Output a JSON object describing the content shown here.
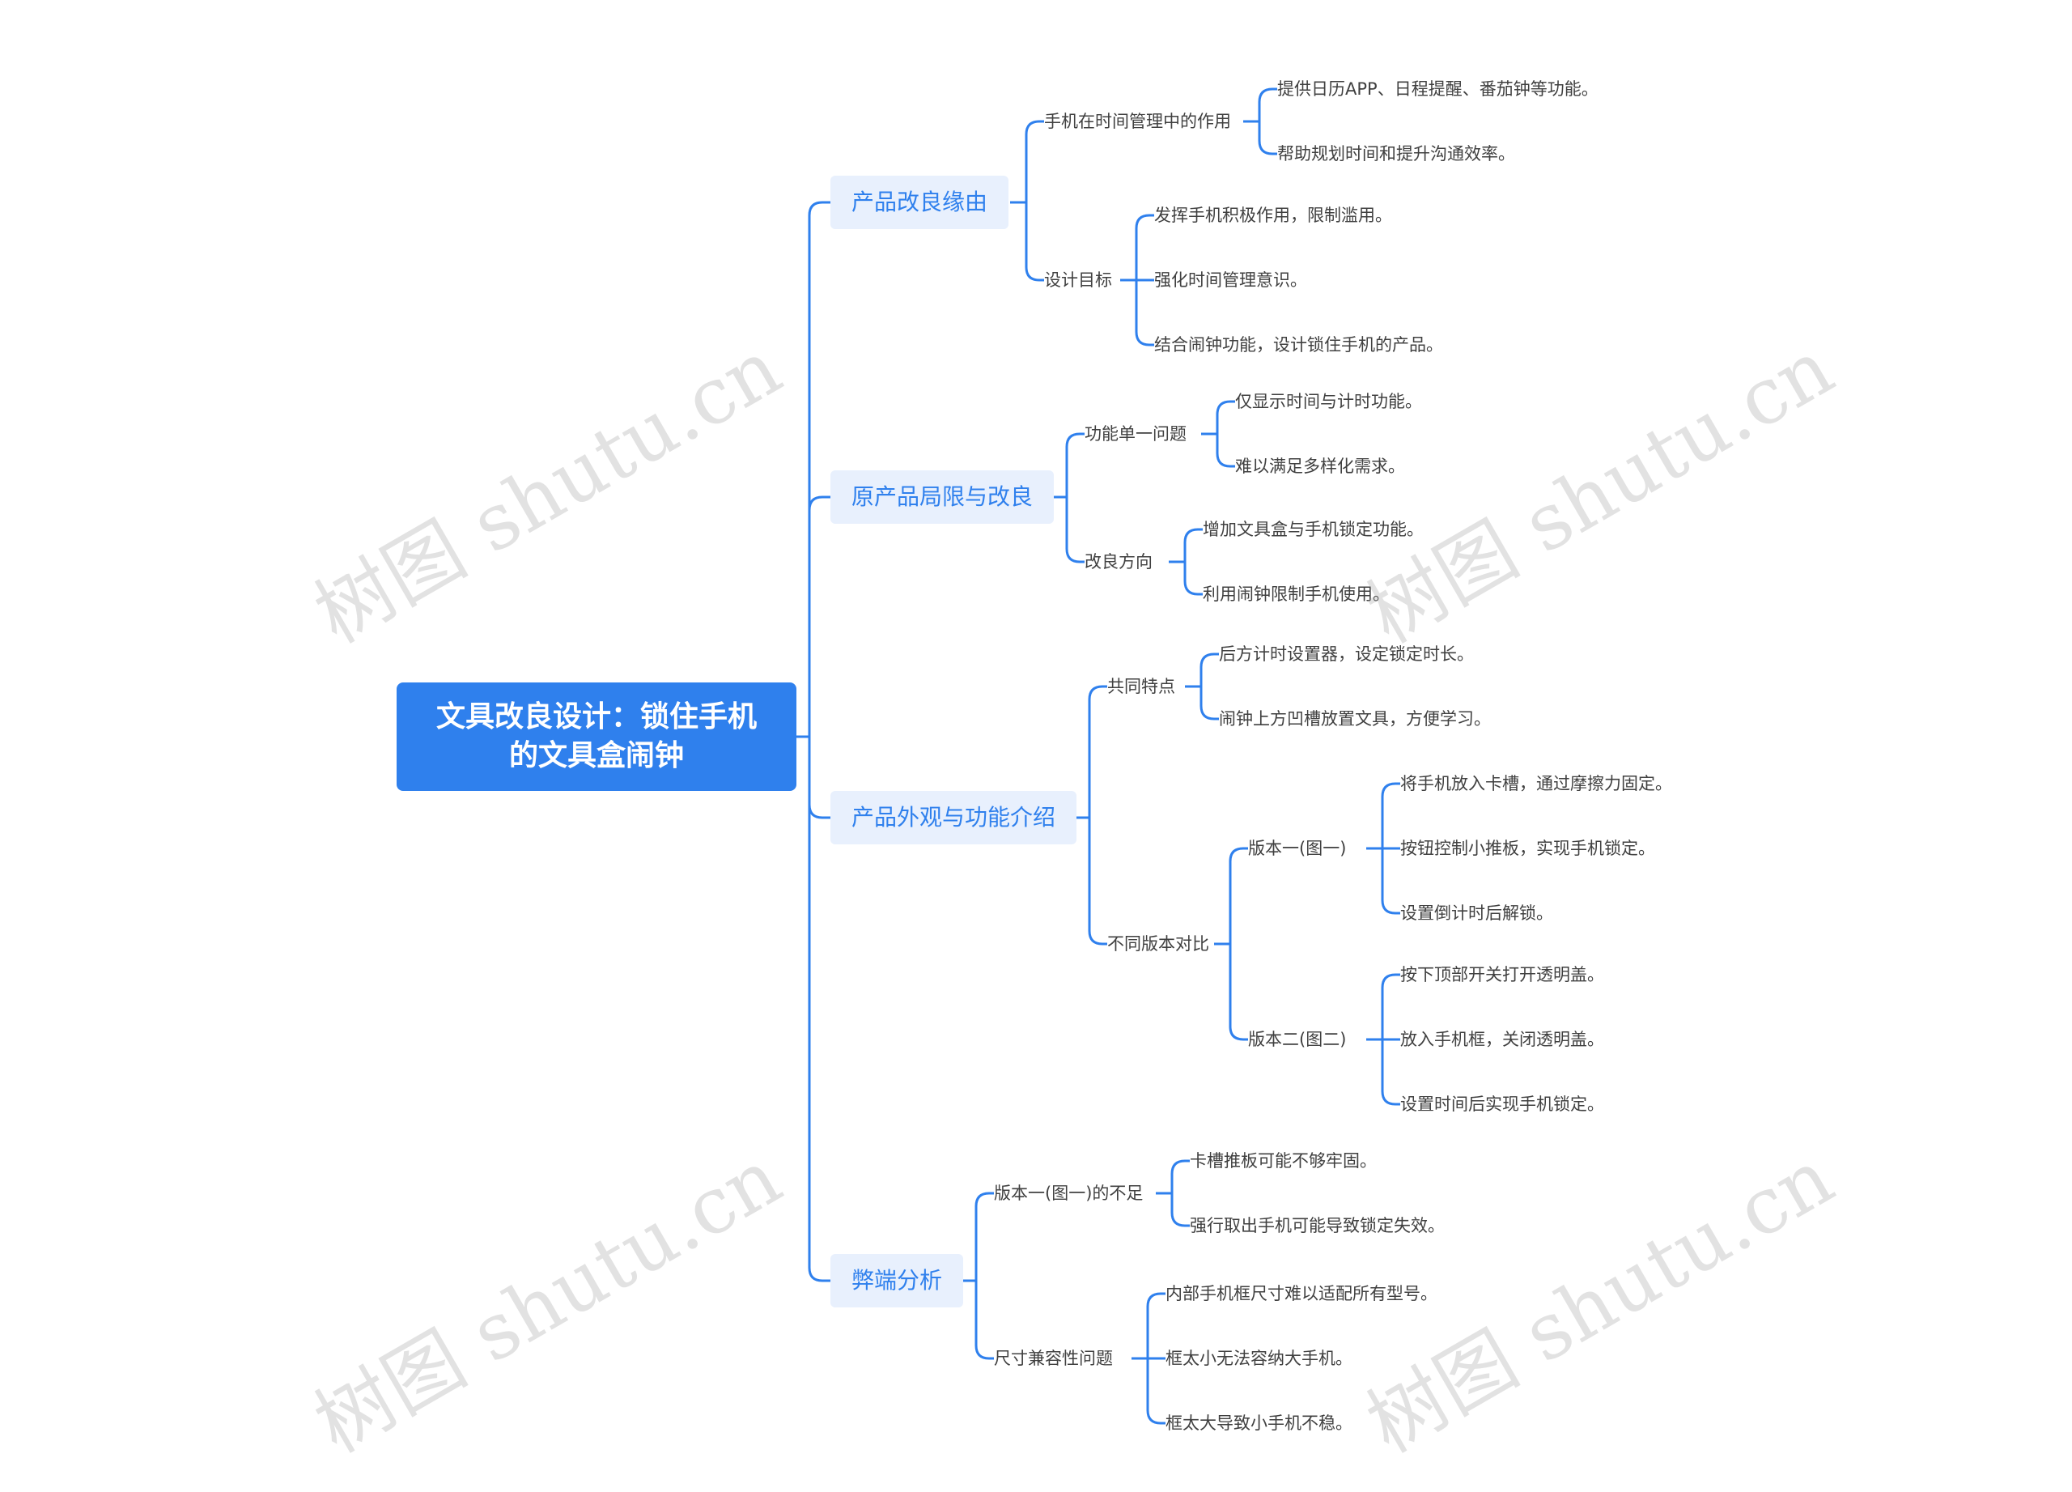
{
  "root": {
    "line1": "文具改良设计：锁住手机",
    "line2": "的文具盒闹钟"
  },
  "branches": [
    {
      "label": "产品改良缘由",
      "children": [
        {
          "label": "手机在时间管理中的作用",
          "items": [
            "提供日历APP、日程提醒、番茄钟等功能。",
            "帮助规划时间和提升沟通效率。"
          ]
        },
        {
          "label": "设计目标",
          "items": [
            "发挥手机积极作用，限制滥用。",
            "强化时间管理意识。",
            "结合闹钟功能，设计锁住手机的产品。"
          ]
        }
      ]
    },
    {
      "label": "原产品局限与改良",
      "children": [
        {
          "label": "功能单一问题",
          "items": [
            "仅显示时间与计时功能。",
            "难以满足多样化需求。"
          ]
        },
        {
          "label": "改良方向",
          "items": [
            "增加文具盒与手机锁定功能。",
            "利用闹钟限制手机使用。"
          ]
        }
      ]
    },
    {
      "label": "产品外观与功能介绍",
      "children": [
        {
          "label": "共同特点",
          "items": [
            "后方计时设置器，设定锁定时长。",
            "闹钟上方凹槽放置文具，方便学习。"
          ]
        },
        {
          "label": "不同版本对比",
          "children": [
            {
              "label": "版本一(图一)",
              "items": [
                "将手机放入卡槽，通过摩擦力固定。",
                "按钮控制小推板，实现手机锁定。",
                "设置倒计时后解锁。"
              ]
            },
            {
              "label": "版本二(图二)",
              "items": [
                "按下顶部开关打开透明盖。",
                "放入手机框，关闭透明盖。",
                "设置时间后实现手机锁定。"
              ]
            }
          ]
        }
      ]
    },
    {
      "label": "弊端分析",
      "children": [
        {
          "label": "版本一(图一)的不足",
          "items": [
            "卡槽推板可能不够牢固。",
            "强行取出手机可能导致锁定失效。"
          ]
        },
        {
          "label": "尺寸兼容性问题",
          "items": [
            "内部手机框尺寸难以适配所有型号。",
            "框太小无法容纳大手机。",
            "框太大导致小手机不稳。"
          ]
        }
      ]
    }
  ],
  "watermark": "树图 shutu.cn",
  "colors": {
    "accent": "#2f80ed",
    "branch_bg": "#e8f0fd",
    "text": "#404040"
  }
}
